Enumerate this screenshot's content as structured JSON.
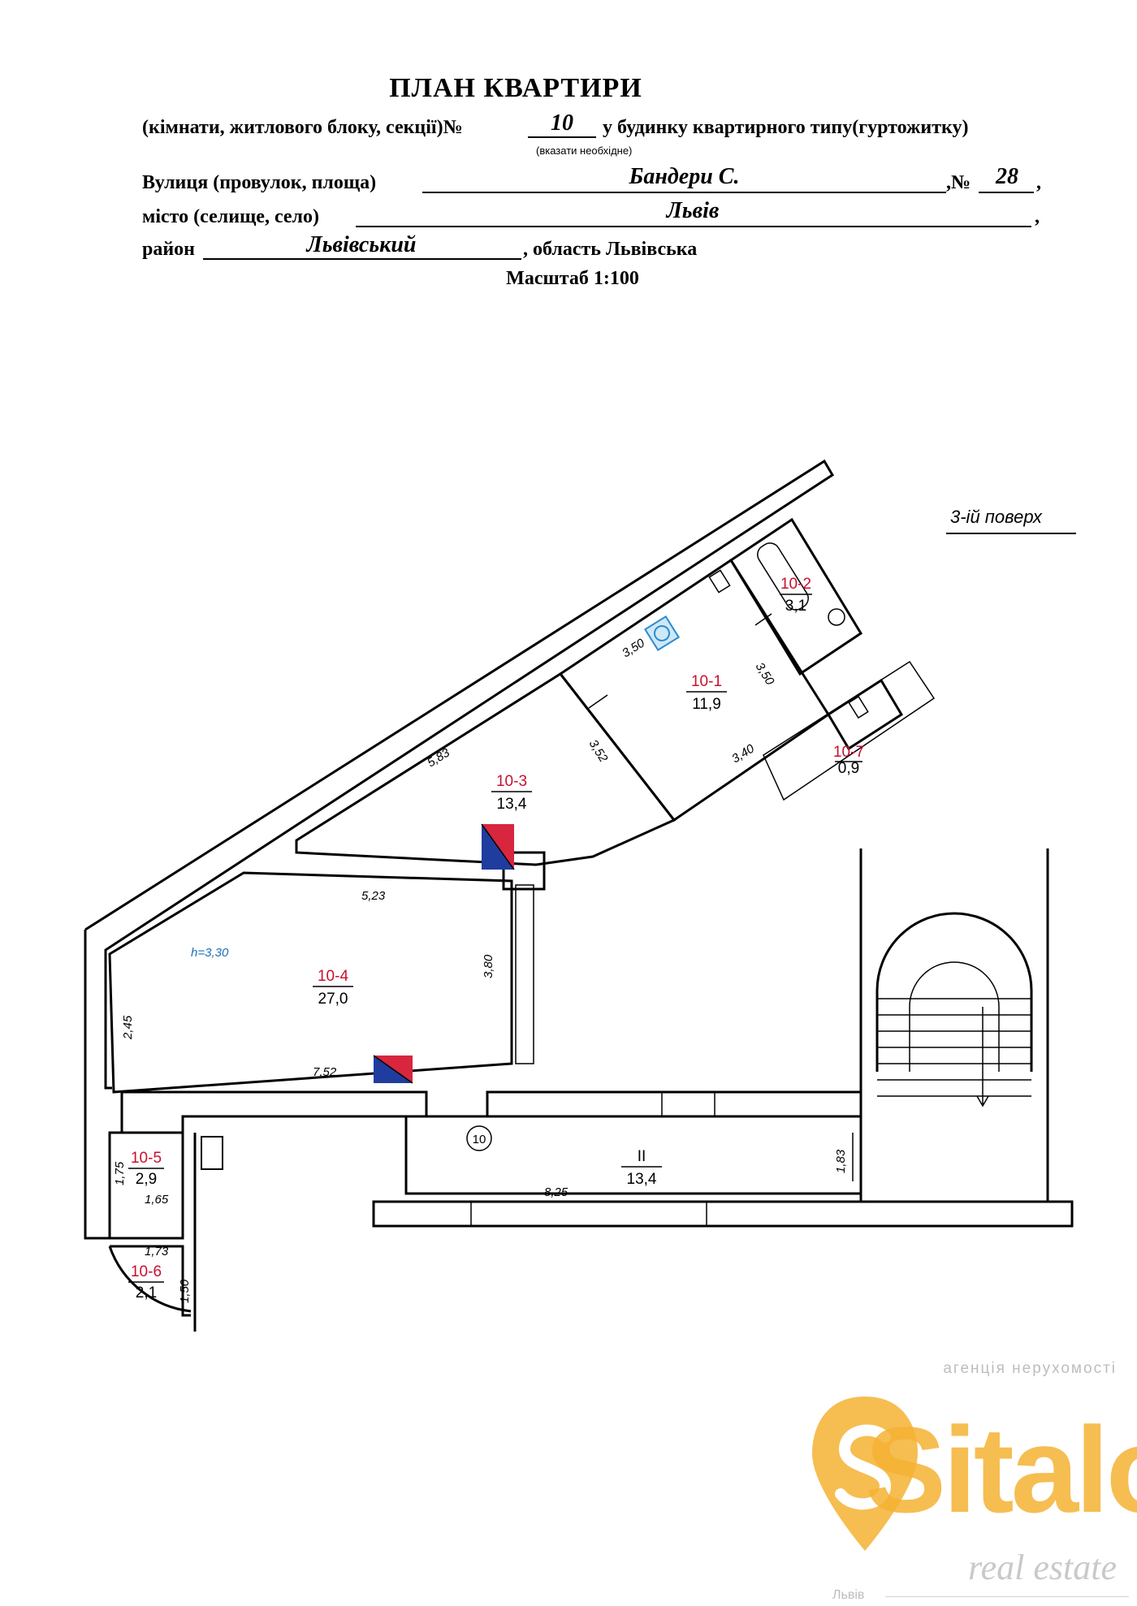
{
  "header": {
    "title": "ПЛАН КВАРТИРИ",
    "line1_left": "(кімнати,  житлового блоку,  секції)№",
    "line1_number": "10",
    "line1_right": "у будинку квартирного типу(гуртожитку)",
    "line1_hint": "(вказати необхідне)",
    "street_label": "Вулиця (провулок, площа)",
    "street_value": "Бандери С.",
    "house_label": ",№",
    "house_value": "28",
    "city_label": "місто (селище, село)",
    "city_value": "Львів",
    "district_label": "район",
    "district_value": "Львівський",
    "region": ", область Львівська",
    "scale": "Масштаб 1:100",
    "comma": ","
  },
  "floor": "3-ій поверх",
  "rooms": [
    {
      "id": "10-1",
      "area": "11,9"
    },
    {
      "id": "10-2",
      "area": "3,1"
    },
    {
      "id": "10-3",
      "area": "13,4"
    },
    {
      "id": "10-4",
      "area": "27,0"
    },
    {
      "id": "10-5",
      "area": "2,9"
    },
    {
      "id": "10-6",
      "area": "2,1"
    },
    {
      "id": "10-7",
      "area": "0,9"
    },
    {
      "id": "II",
      "area": "13,4"
    }
  ],
  "dimensions": {
    "r1_top": "3,50",
    "r1_right": "3,50",
    "r1_bottom": "3,40",
    "r3_top": "5,83",
    "r3_right": "3,52",
    "r3_bottom": "5,23",
    "r4_right": "3,80",
    "r4_left": "2,45",
    "r4_bottom": "7,52",
    "r5_left": "1,75",
    "r5_bottom": "1,65",
    "r6_top": "1,73",
    "r6_right": "1,50",
    "corr_bottom": "8,25",
    "corr_right": "1,83"
  },
  "ceiling_height": "h=3,30",
  "apartment_marker": "10",
  "watermark": {
    "top_text": "агенція нерухомості",
    "brand": "Sitalo",
    "tagline": "real estate",
    "city": "Львів"
  },
  "colors": {
    "room_id": "#c8102e",
    "ceiling_note": "#1a6fb5",
    "logo_orange": "#f5b233",
    "logo_grey": "#c9c9c9",
    "shaft_red": "#d7263d",
    "shaft_blue": "#1f3d9e"
  }
}
